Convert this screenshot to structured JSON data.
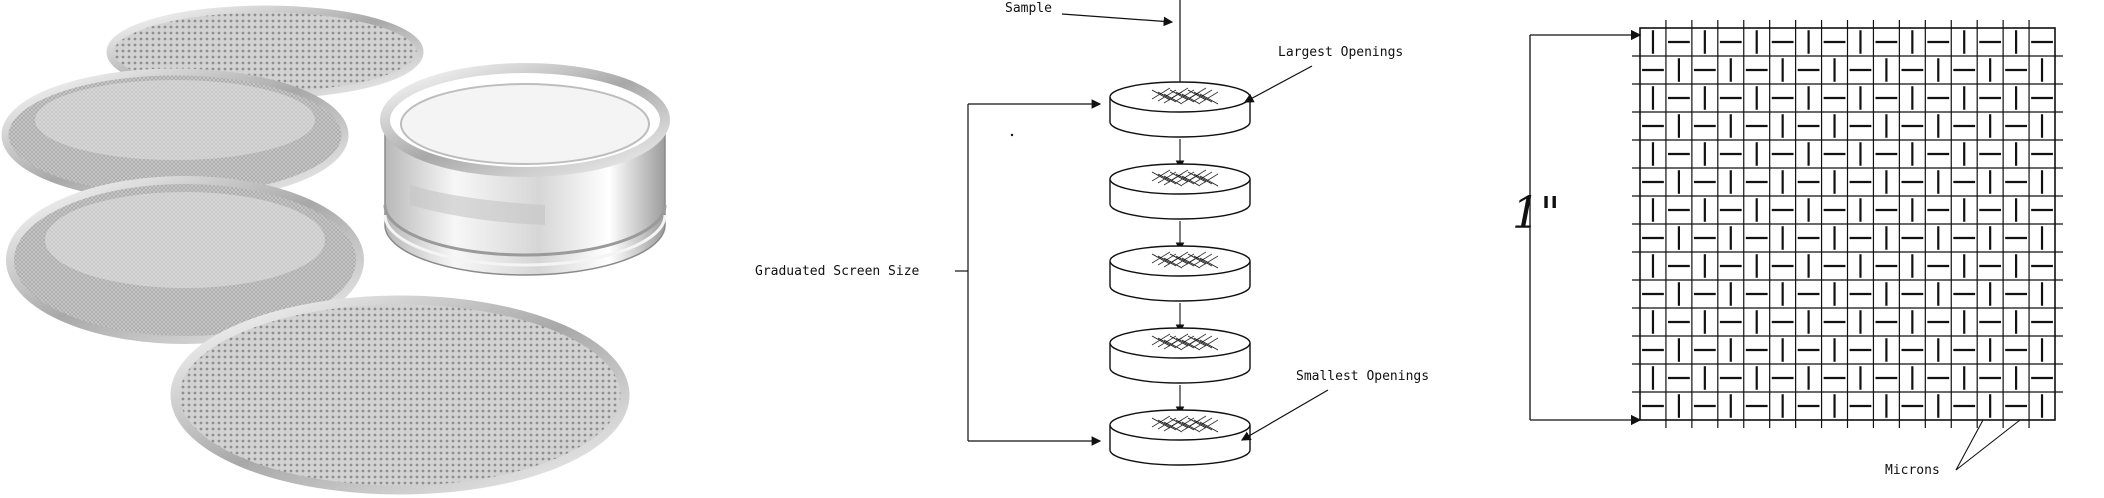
{
  "photo": {
    "subject": "sieve-set-photo"
  },
  "stack_diagram": {
    "label_sample": "Sample",
    "label_largest": "Largest Openings",
    "label_graduated": "Graduated Screen Size",
    "label_smallest": "Smallest Openings",
    "tray_count": 5
  },
  "mesh_diagram": {
    "label_dimension": "1\"",
    "label_microns": "Microns",
    "grid_columns": 16,
    "grid_rows": 14
  },
  "colors": {
    "ink": "#111111",
    "steel_light": "#e8e8e8",
    "steel_dark": "#9a9a9a",
    "mesh": "#b5b5b5"
  }
}
